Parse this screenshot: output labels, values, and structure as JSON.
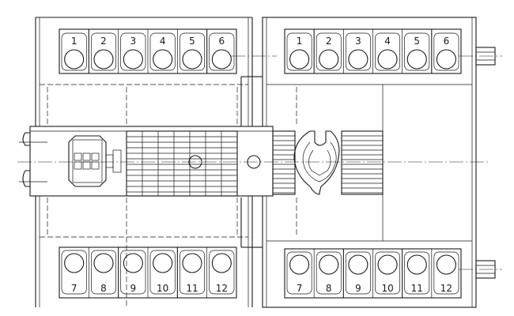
{
  "drawing": {
    "line_color": "#1a1a1a",
    "background": "#ffffff",
    "left_panel": {
      "top_terminals": [
        "1",
        "2",
        "3",
        "4",
        "5",
        "6"
      ],
      "bottom_terminals": [
        "7",
        "8",
        "9",
        "10",
        "11",
        "12"
      ]
    },
    "right_panel": {
      "top_terminals": [
        "1",
        "2",
        "3",
        "4",
        "5",
        "6"
      ],
      "bottom_terminals": [
        "7",
        "8",
        "9",
        "10",
        "11",
        "12"
      ]
    }
  }
}
